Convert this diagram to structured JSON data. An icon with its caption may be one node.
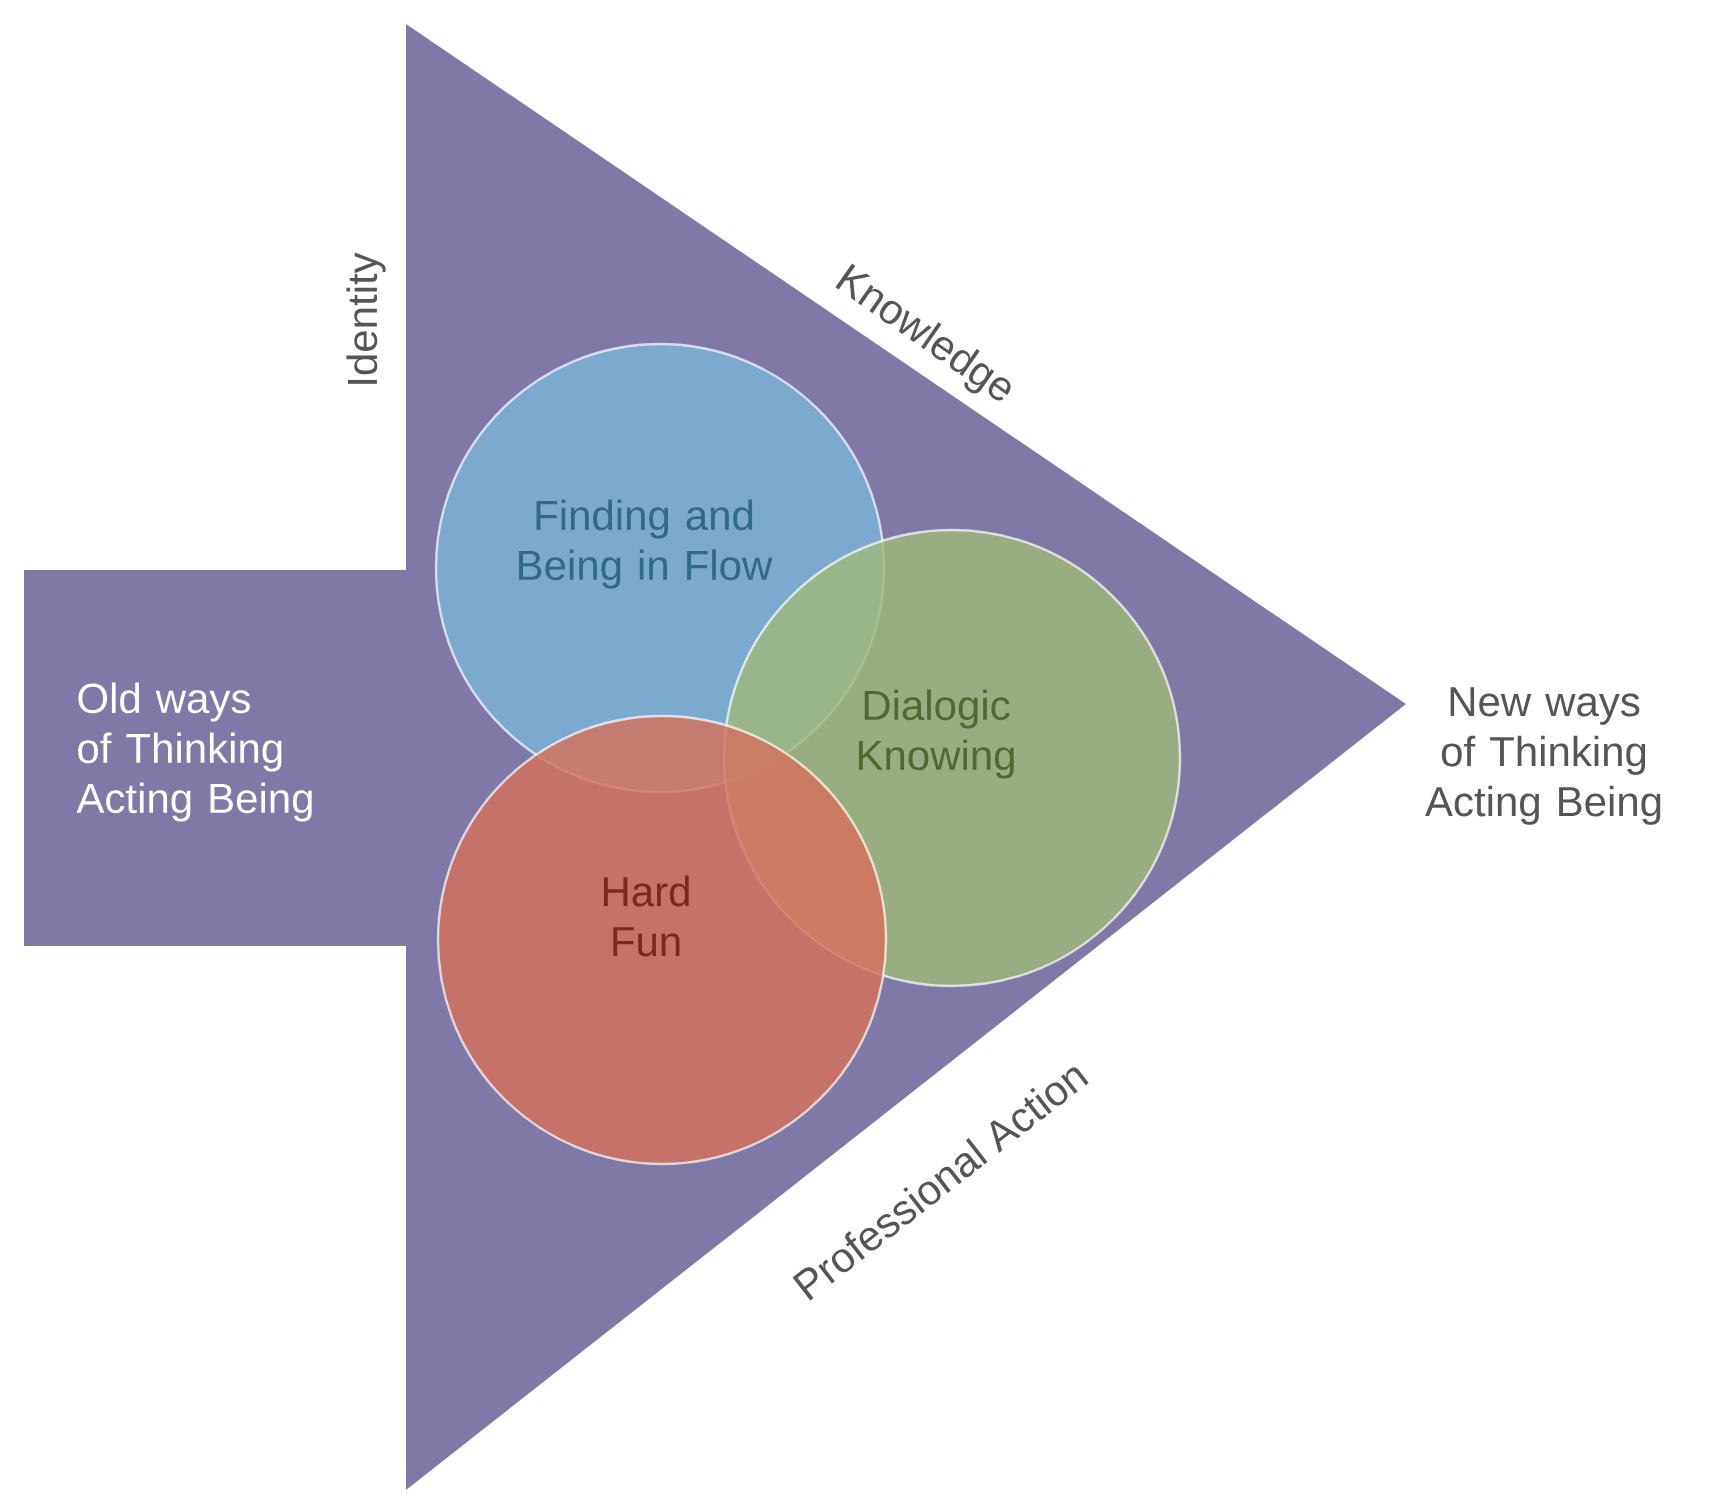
{
  "diagram": {
    "nodes": [
      {
        "text": [
          "Old ways of Thinking Acting Being"
        ]
      },
      {
        "text": [
          "Finding and Being in Flow"
        ],
        "in": 0
      },
      {
        "text": [
          "Dialogic Knowing"
        ],
        "in": 0
      },
      {
        "text": [
          "Hard Fun"
        ],
        "in": 0
      }
    ],
    "labels": [
      "Identity",
      "Knowledge",
      "New ways of Thinking Acting Being",
      "Professional Action"
    ]
  }
}
